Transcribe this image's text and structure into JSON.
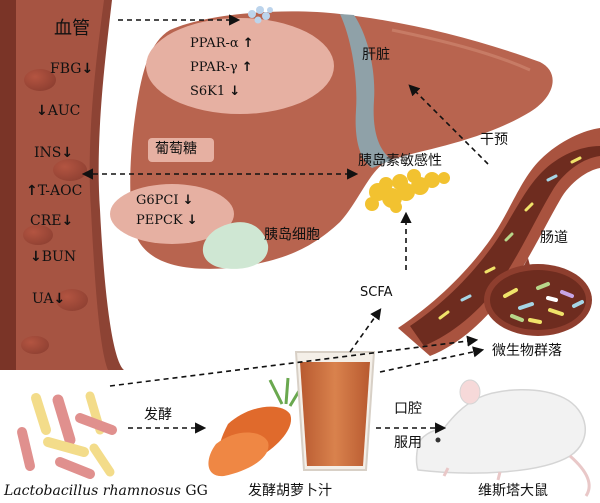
{
  "blood": {
    "title": "血管",
    "markers": [
      {
        "pre": "",
        "label": "FBG",
        "post": "↓"
      },
      {
        "pre": "↓",
        "label": "AUC",
        "post": ""
      },
      {
        "pre": "",
        "label": "INS",
        "post": "↓"
      },
      {
        "pre": "↑",
        "label": "T-AOC",
        "post": ""
      },
      {
        "pre": "",
        "label": "CRE",
        "post": "↓"
      },
      {
        "pre": "↓",
        "label": "BUN",
        "post": ""
      },
      {
        "pre": "",
        "label": "UA",
        "post": "↓"
      }
    ]
  },
  "liver": {
    "title": "肝脏",
    "genes": [
      {
        "label": "PPAR-α",
        "arrow": "↑"
      },
      {
        "label": "PPAR-γ",
        "arrow": "↑"
      },
      {
        "label": "S6K1",
        "arrow": "↓"
      }
    ],
    "glucose": "葡萄糖",
    "enzymes": [
      {
        "label": "G6PCI",
        "arrow": "↓"
      },
      {
        "label": "PEPCK",
        "arrow": "↓"
      }
    ],
    "islet": "胰岛细胞",
    "insulin_sensitivity": "胰岛素敏感性"
  },
  "gut": {
    "label": "肠道",
    "intervention": "干预",
    "scfa": "SCFA",
    "microbiota": "微生物群落"
  },
  "bottom": {
    "bacteria_name": "Lactobacillus rhamnosus",
    "bacteria_suffix": " GG",
    "ferment": "发酵",
    "juice": "发酵胡萝卜汁",
    "oral": "口腔",
    "admin": "服用",
    "rat": "维斯塔大鼠"
  },
  "colors": {
    "vessel": "#9a4a38",
    "vessel_dark": "#6e2e22",
    "liver": "#b8644f",
    "liver_light": "#e7b3a6",
    "islet": "#cfe7d3",
    "pancreas": "#f2c230",
    "gut_wall": "#a9533f",
    "lumen": "#6e2c1f",
    "juice": "#c96b3c",
    "carrot": "#e06a2c"
  }
}
